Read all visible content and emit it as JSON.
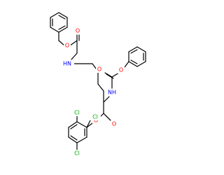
{
  "molecule": {
    "colors": {
      "bond": "#000000",
      "carbon": "#000000",
      "oxygen": "#ff0000",
      "nitrogen": "#0000ff",
      "chlorine": "#00b000"
    },
    "atom_labels": {
      "o_cbz1_ether": "O",
      "o_cbz1_carbonyl": "O",
      "n_epsilon": "HN",
      "n_alpha": "NH",
      "o_cbz2_carbonyl": "O",
      "o_cbz2_ether": "O",
      "o_ester_carbonyl": "O",
      "o_ester_ether": "O",
      "cl_left": "Cl",
      "cl_right": "Cl",
      "cl_para": "Cl"
    }
  }
}
